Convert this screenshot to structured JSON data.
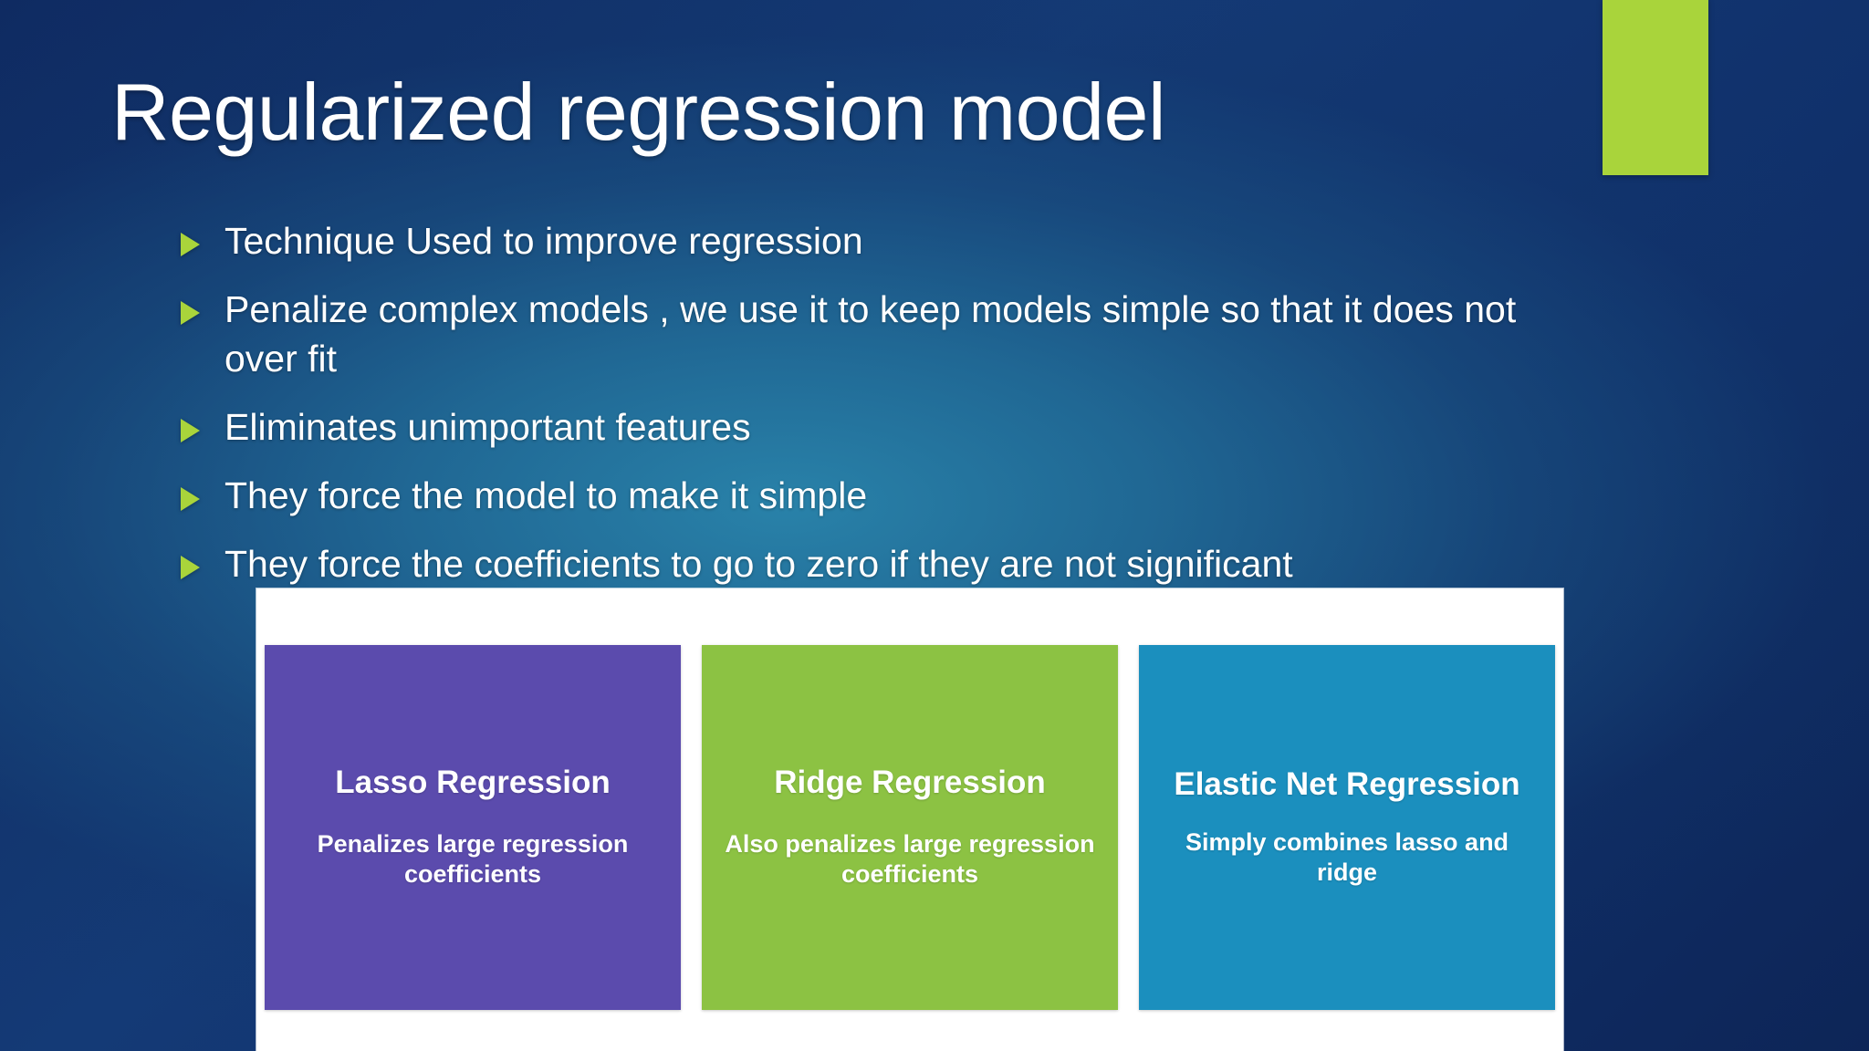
{
  "slide": {
    "title": "Regularized regression model",
    "accent_color": "#A9D43B",
    "background_colors": {
      "navy": "#0F2B62",
      "teal_glow": "#2A86AC"
    },
    "bullet_marker_icon": "triangle-right-icon",
    "bullets": [
      {
        "text": "Technique Used to improve regression"
      },
      {
        "text": "Penalize complex models , we use it to keep models simple so that it does not over fit"
      },
      {
        "text": "Eliminates unimportant features"
      },
      {
        "text": "They force the model to make it simple"
      },
      {
        "text": "They force the coefficients to go to zero if they are not significant"
      }
    ],
    "picture": {
      "background": "#FFFFFF",
      "tiles": [
        {
          "title": "Lasso Regression",
          "description": "Penalizes large regression coefficients",
          "color": "#5B4BAD"
        },
        {
          "title": "Ridge Regression",
          "description": "Also penalizes large regression coefficients",
          "color": "#8CC243"
        },
        {
          "title": "Elastic Net Regression",
          "description": "Simply combines lasso and ridge",
          "color": "#1B8FBE"
        }
      ]
    }
  }
}
